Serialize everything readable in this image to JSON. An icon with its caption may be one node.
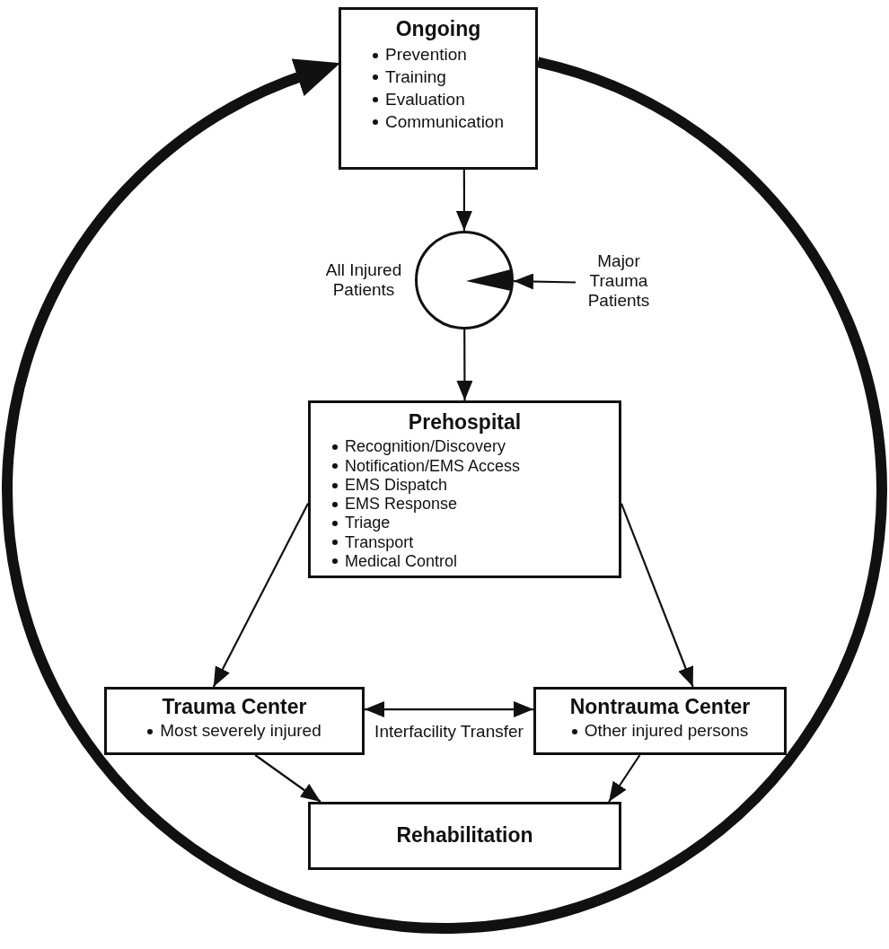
{
  "diagram": {
    "nodes": [
      {
        "text": [
          "Ongoing",
          "Prevention",
          "Training",
          "Evaluation",
          "Communication"
        ]
      },
      {
        "text": [],
        "shape": "circle",
        "beside": [
          "All Injured Patients"
        ]
      },
      {
        "text": [
          "Major Trauma Patients"
        ]
      },
      {
        "text": [
          "Prehospital",
          "Recognition/Discovery",
          "Notification/EMS Access",
          "EMS Dispatch",
          "EMS Response",
          "Triage",
          "Transport",
          "Medical Control"
        ]
      },
      {
        "text": [
          "Trauma Center",
          "Most severely injured"
        ]
      },
      {
        "text": [
          "Nontrauma Center",
          "Other injured persons"
        ]
      },
      {
        "text": [
          "Rehabilitation"
        ]
      }
    ],
    "edges": [
      {
        "from": 0,
        "to": 1,
        "arrow": "to"
      },
      {
        "from": 2,
        "to": 1,
        "arrow": "to"
      },
      {
        "from": 1,
        "to": 3,
        "arrow": "to"
      },
      {
        "from": 3,
        "to": 4,
        "arrow": "to"
      },
      {
        "from": 3,
        "to": 5,
        "arrow": "to"
      },
      {
        "from": 4,
        "to": 5,
        "arrow": "both",
        "label": "Interfacility Transfer"
      },
      {
        "from": 4,
        "to": 6,
        "arrow": "to"
      },
      {
        "from": 5,
        "to": 6,
        "arrow": "to"
      },
      {
        "from": 0,
        "to": 0,
        "arrow": "to",
        "style": "thick"
      }
    ]
  }
}
